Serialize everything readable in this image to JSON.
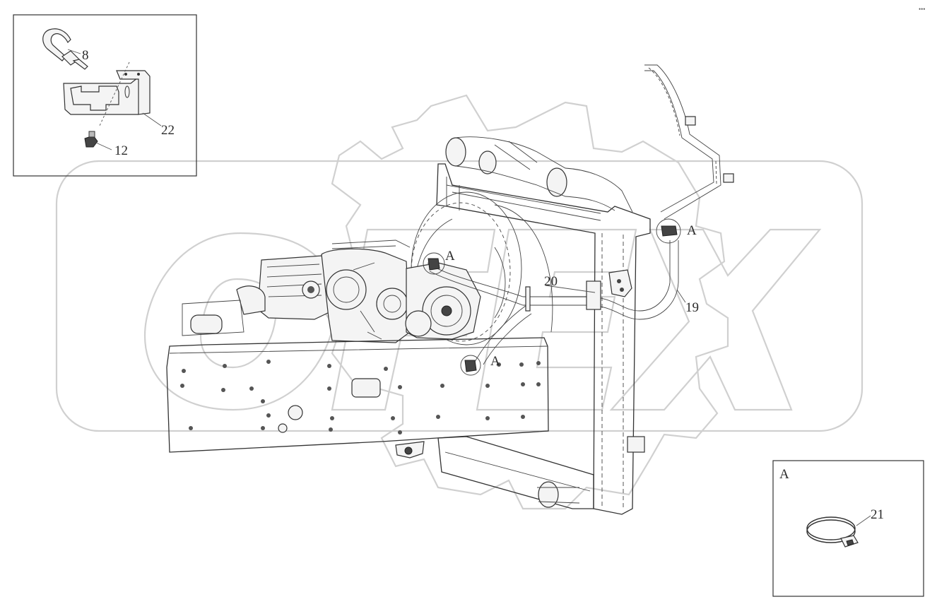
{
  "corner_mark": "•••",
  "detail_top_left": {
    "callouts": [
      {
        "id": "c8",
        "label": "8"
      },
      {
        "id": "c22",
        "label": "22"
      },
      {
        "id": "c12",
        "label": "12"
      }
    ]
  },
  "detail_bottom_right": {
    "view_label": "A",
    "callouts": [
      {
        "id": "c21",
        "label": "21"
      }
    ]
  },
  "main_assembly": {
    "callouts": [
      {
        "id": "c20",
        "label": "20"
      },
      {
        "id": "c19",
        "label": "19"
      }
    ],
    "view_markers": [
      "A",
      "A",
      "A"
    ]
  },
  "watermark": {
    "text": "OFEX",
    "color": "#d0d0d0"
  }
}
